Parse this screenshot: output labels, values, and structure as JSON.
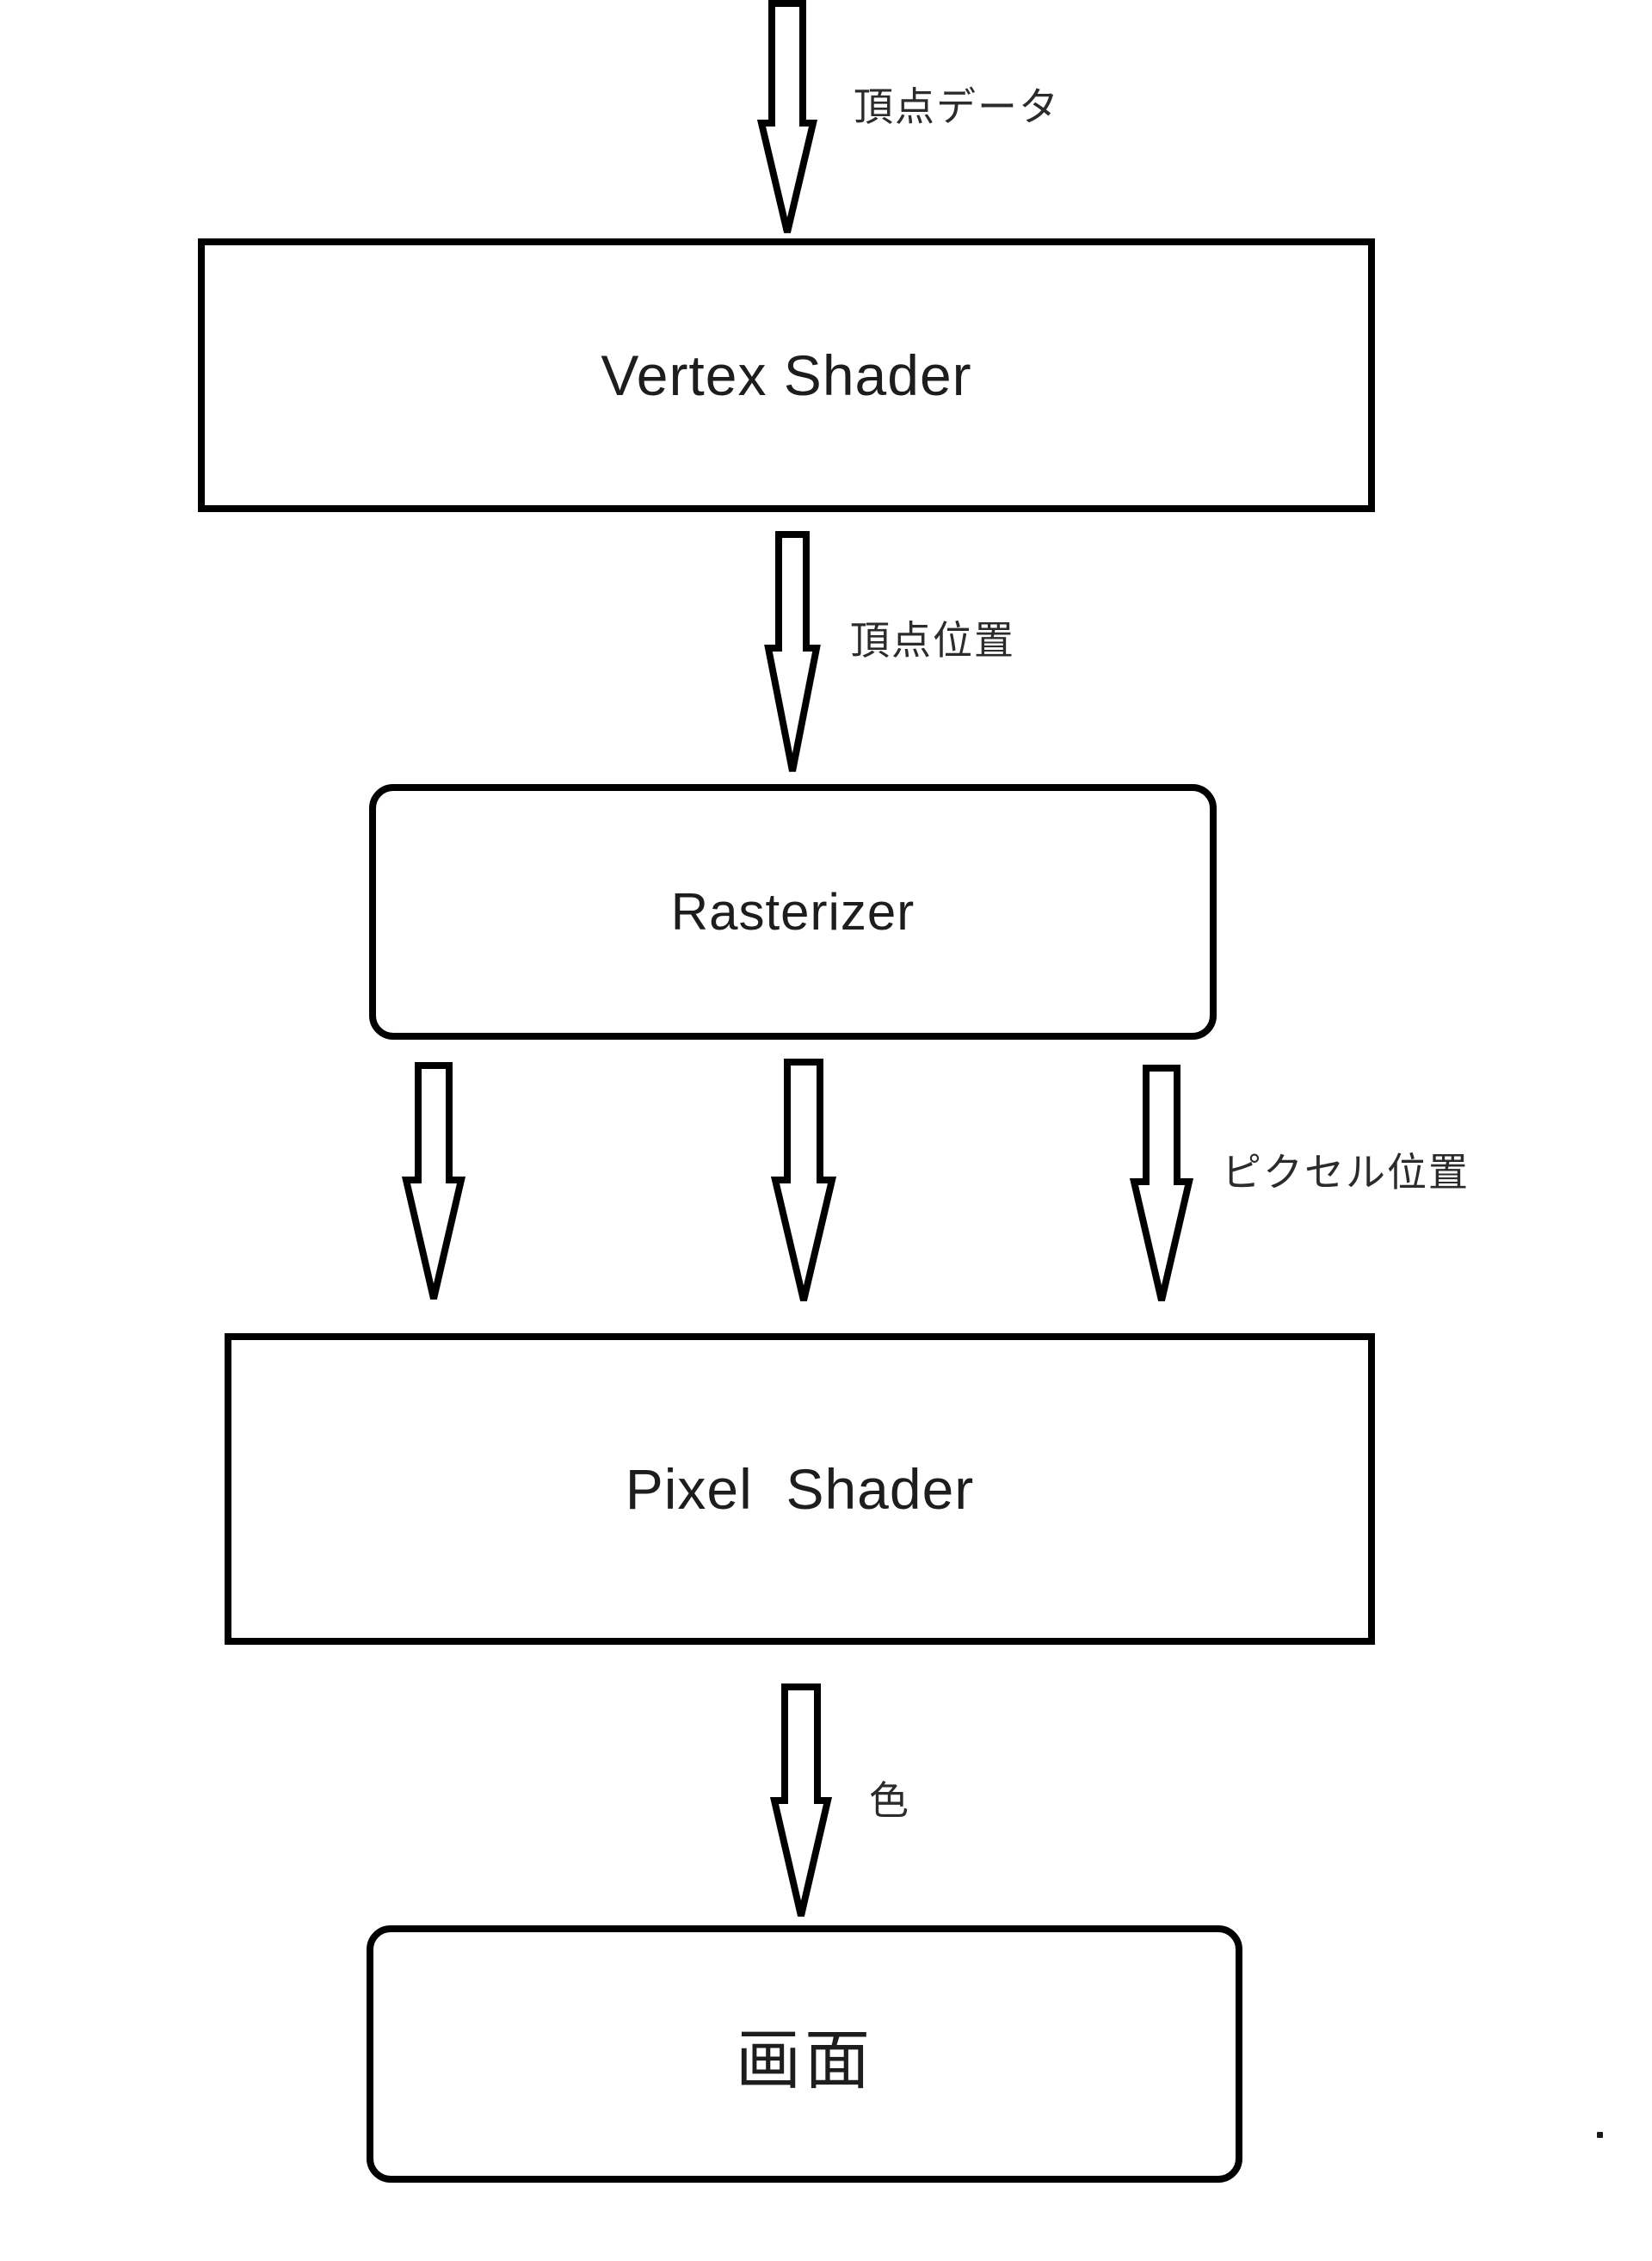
{
  "page": {
    "background": "#ffffff"
  },
  "diagram": {
    "type": "flowchart",
    "direction": "top-to-bottom",
    "nodes": [
      {
        "id": "vertex-shader",
        "label": "Vertex Shader",
        "shape": "rectangle"
      },
      {
        "id": "rasterizer",
        "label": "Rasterizer",
        "shape": "rounded-rectangle"
      },
      {
        "id": "pixel-shader",
        "label": "Pixel  Shader",
        "shape": "rectangle"
      },
      {
        "id": "screen",
        "label": "画面",
        "shape": "rounded-rectangle"
      }
    ],
    "edges": [
      {
        "from": "input",
        "to": "vertex-shader",
        "label": "頂点データ",
        "arrow_count": 1
      },
      {
        "from": "vertex-shader",
        "to": "rasterizer",
        "label": "頂点位置",
        "arrow_count": 1
      },
      {
        "from": "rasterizer",
        "to": "pixel-shader",
        "label": "ピクセル位置",
        "arrow_count": 3
      },
      {
        "from": "pixel-shader",
        "to": "screen",
        "label": "色",
        "arrow_count": 1
      }
    ],
    "edge_labels": {
      "vertex_data": "頂点データ",
      "vertex_position": "頂点位置",
      "pixel_position": "ピクセル位置",
      "color": "色"
    },
    "colors": {
      "stroke": "#000000",
      "node_fill": "#ffffff",
      "node_text": "#1d1d1d",
      "label_text": "#2b2b2b",
      "background": "#ffffff"
    }
  }
}
